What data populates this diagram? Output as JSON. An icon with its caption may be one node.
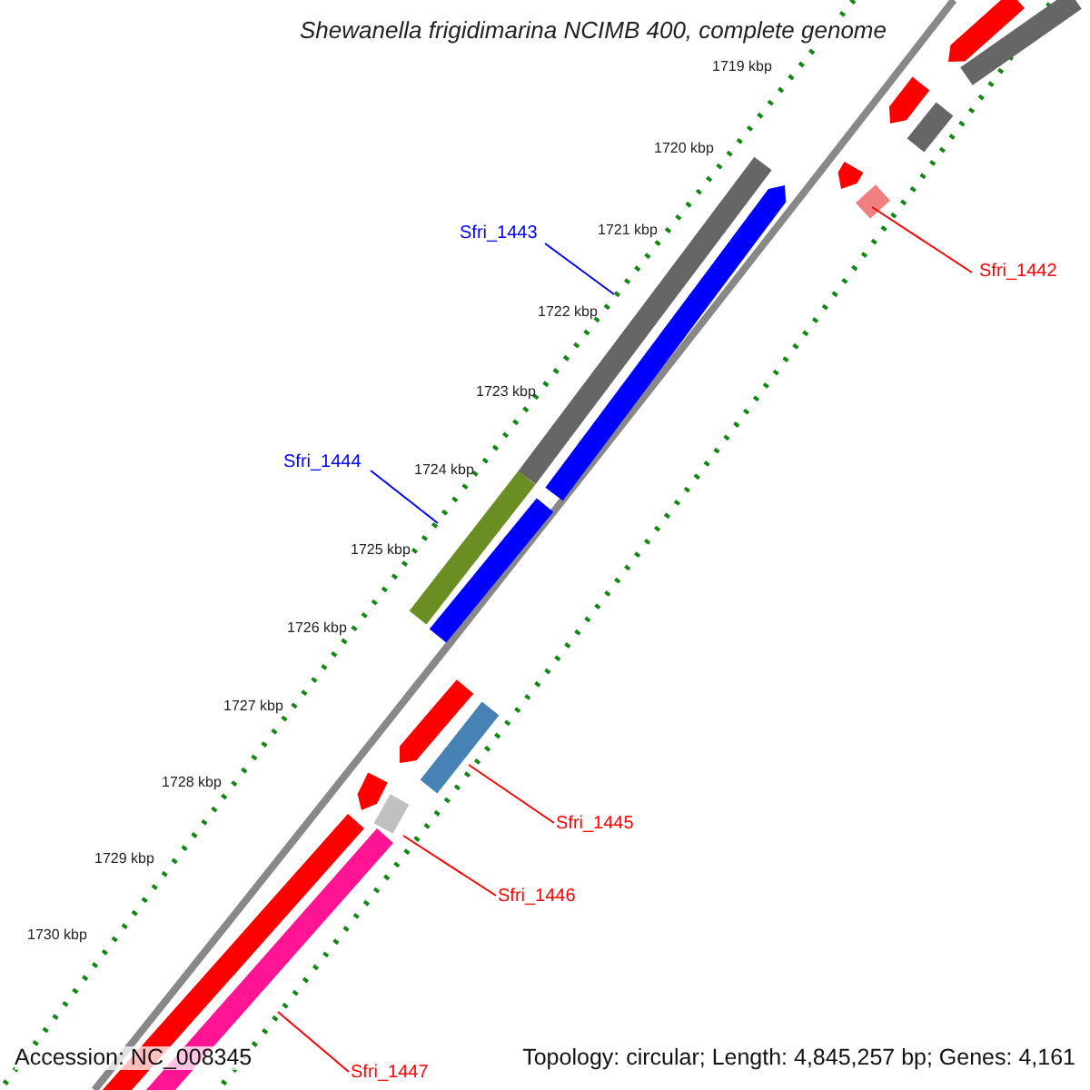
{
  "diagram": {
    "title": "Shewanella frigidimarina NCIMB 400, complete genome",
    "nodes": [
      {
        "text": [
          "Sfri_1442"
        ]
      },
      {
        "text": [],
        "shape": "bar"
      },
      {
        "text": [
          "Sfri_1443"
        ]
      },
      {
        "text": [],
        "shape": "bar"
      },
      {
        "text": [
          "Sfri_1444"
        ]
      },
      {
        "text": [],
        "shape": "bar"
      },
      {
        "text": [
          "Sfri_1445"
        ]
      },
      {
        "text": [],
        "shape": "bar"
      },
      {
        "text": [
          "Sfri_1446"
        ]
      },
      {
        "text": [],
        "shape": "bar"
      },
      {
        "text": [
          "Sfri_1447"
        ]
      },
      {
        "text": [],
        "shape": "bar"
      }
    ],
    "edges": [
      {
        "from": 0,
        "to": 1,
        "arrow": "none"
      },
      {
        "from": 2,
        "to": 3,
        "arrow": "none",
        "color": "#0000ff"
      },
      {
        "from": 4,
        "to": 5,
        "arrow": "none",
        "color": "#0000ff"
      },
      {
        "from": 6,
        "to": 7,
        "arrow": "none"
      },
      {
        "from": 8,
        "to": 9,
        "arrow": "none"
      },
      {
        "from": 10,
        "to": 11,
        "arrow": "none"
      }
    ],
    "labels": [
      "1719 kbp",
      "1720 kbp",
      "1721 kbp",
      "1722 kbp",
      "1723 kbp",
      "1724 kbp",
      "1725 kbp",
      "1726 kbp",
      "1727 kbp",
      "1728 kbp",
      "1729 kbp",
      "1730 kbp",
      "Accession: NC_008345",
      "Topology: circular; Length: 4,845,257 bp; Genes: 4,161"
    ]
  }
}
